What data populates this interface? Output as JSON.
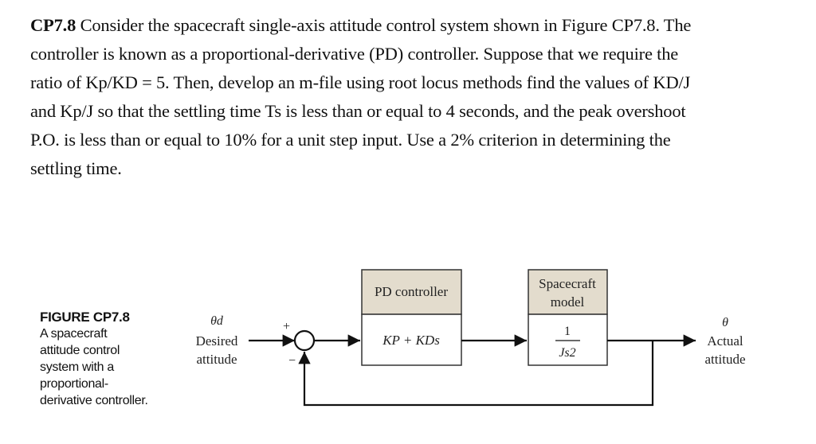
{
  "problem": {
    "label": "CP7.8",
    "lines": [
      "Consider the spacecraft single-axis attitude control system shown in Figure CP7.8. The",
      "controller is known as a proportional-derivative (PD) controller. Suppose that we require the",
      "ratio of Kp/KD = 5. Then, develop an m-file using root locus methods find the values of KD/J",
      "and Kp/J so that the settling time Ts is less than or equal to 4 seconds, and the peak overshoot",
      "P.O. is less than or equal to 10% for a unit step input. Use a 2% criterion in determining the",
      "settling time."
    ]
  },
  "figure": {
    "title": "FIGURE CP7.8",
    "caption_lines": [
      "A spacecraft",
      "attitude control",
      "system with a",
      "proportional-",
      "derivative controller."
    ]
  },
  "diagram": {
    "input_symbol": "θd",
    "input_label_1": "Desired",
    "input_label_2": "attitude",
    "plus_sign": "+",
    "minus_sign": "−",
    "controller_header": "PD controller",
    "controller_expr": "KP + KDs",
    "plant_header_1": "Spacecraft",
    "plant_header_2": "model",
    "plant_num": "1",
    "plant_den": "Js2",
    "output_symbol": "θ",
    "output_label_1": "Actual",
    "output_label_2": "attitude",
    "colors": {
      "header_fill": "#e3dccd",
      "line": "#111111"
    }
  }
}
